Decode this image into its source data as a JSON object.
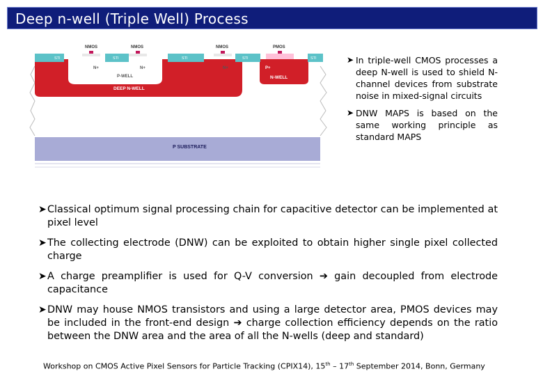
{
  "slide": {
    "title": "Deep n-well (Triple Well) Process"
  },
  "diagram": {
    "labels": {
      "nmos": "NMOS",
      "pmos": "PMOS",
      "sti": "STI",
      "n_plus": "N+",
      "p_plus": "P+",
      "p_well": "P-WELL",
      "n_well": "N-WELL",
      "deep_n_well": "DEEP N-WELL",
      "p_substrate": "P SUBSTRATE"
    },
    "colors": {
      "deep_n_well": "#d11f28",
      "sti": "#5cc2c8",
      "substrate": "#a8abd6",
      "arrow": "#222222"
    }
  },
  "bullets_right": [
    {
      "text": "In triple-well CMOS processes a deep N-well is used to shield N-channel devices from substrate noise in mixed-signal circuits"
    },
    {
      "text": "DNW MAPS is based on the same working principle as standard MAPS"
    }
  ],
  "bullets_main": [
    {
      "text": "Classical optimum signal processing chain for capacitive detector can be implemented at pixel level"
    },
    {
      "text": "The collecting electrode (DNW) can be exploited to obtain higher single pixel collected charge"
    },
    {
      "text_before": "A charge preamplifier is used for Q-V conversion ",
      "text_after": " gain decoupled from electrode capacitance"
    },
    {
      "text_before": "DNW may house NMOS transistors and using a large detector area, PMOS devices may be included in the front-end design ",
      "text_after": " charge collection efficiency depends on the ratio between the DNW area and the area of all the N-wells (deep and standard)"
    }
  ],
  "footer": {
    "part1": "Workshop on CMOS Active Pixel Sensors for Particle Tracking (CPIX14), 15",
    "sup1": "th",
    "part2": " – 17",
    "sup2": "th",
    "part3": " September 2014, Bonn, Germany"
  }
}
